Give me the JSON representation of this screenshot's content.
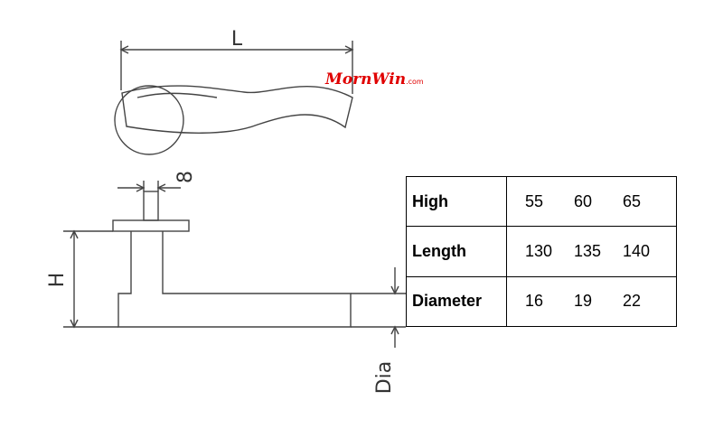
{
  "dimensions": {
    "length_label": "L",
    "thickness_label": "8",
    "height_label": "H",
    "diameter_label": "Dia"
  },
  "logo": {
    "name": "MornWin",
    "domain": ".com",
    "color": "#e00000"
  },
  "table": {
    "rows": [
      {
        "label": "High",
        "values": [
          "55",
          "60",
          "65"
        ]
      },
      {
        "label": "Length",
        "values": [
          "130",
          "135",
          "140"
        ]
      },
      {
        "label": "Diameter",
        "values": [
          "16",
          "19",
          "22"
        ]
      }
    ]
  }
}
